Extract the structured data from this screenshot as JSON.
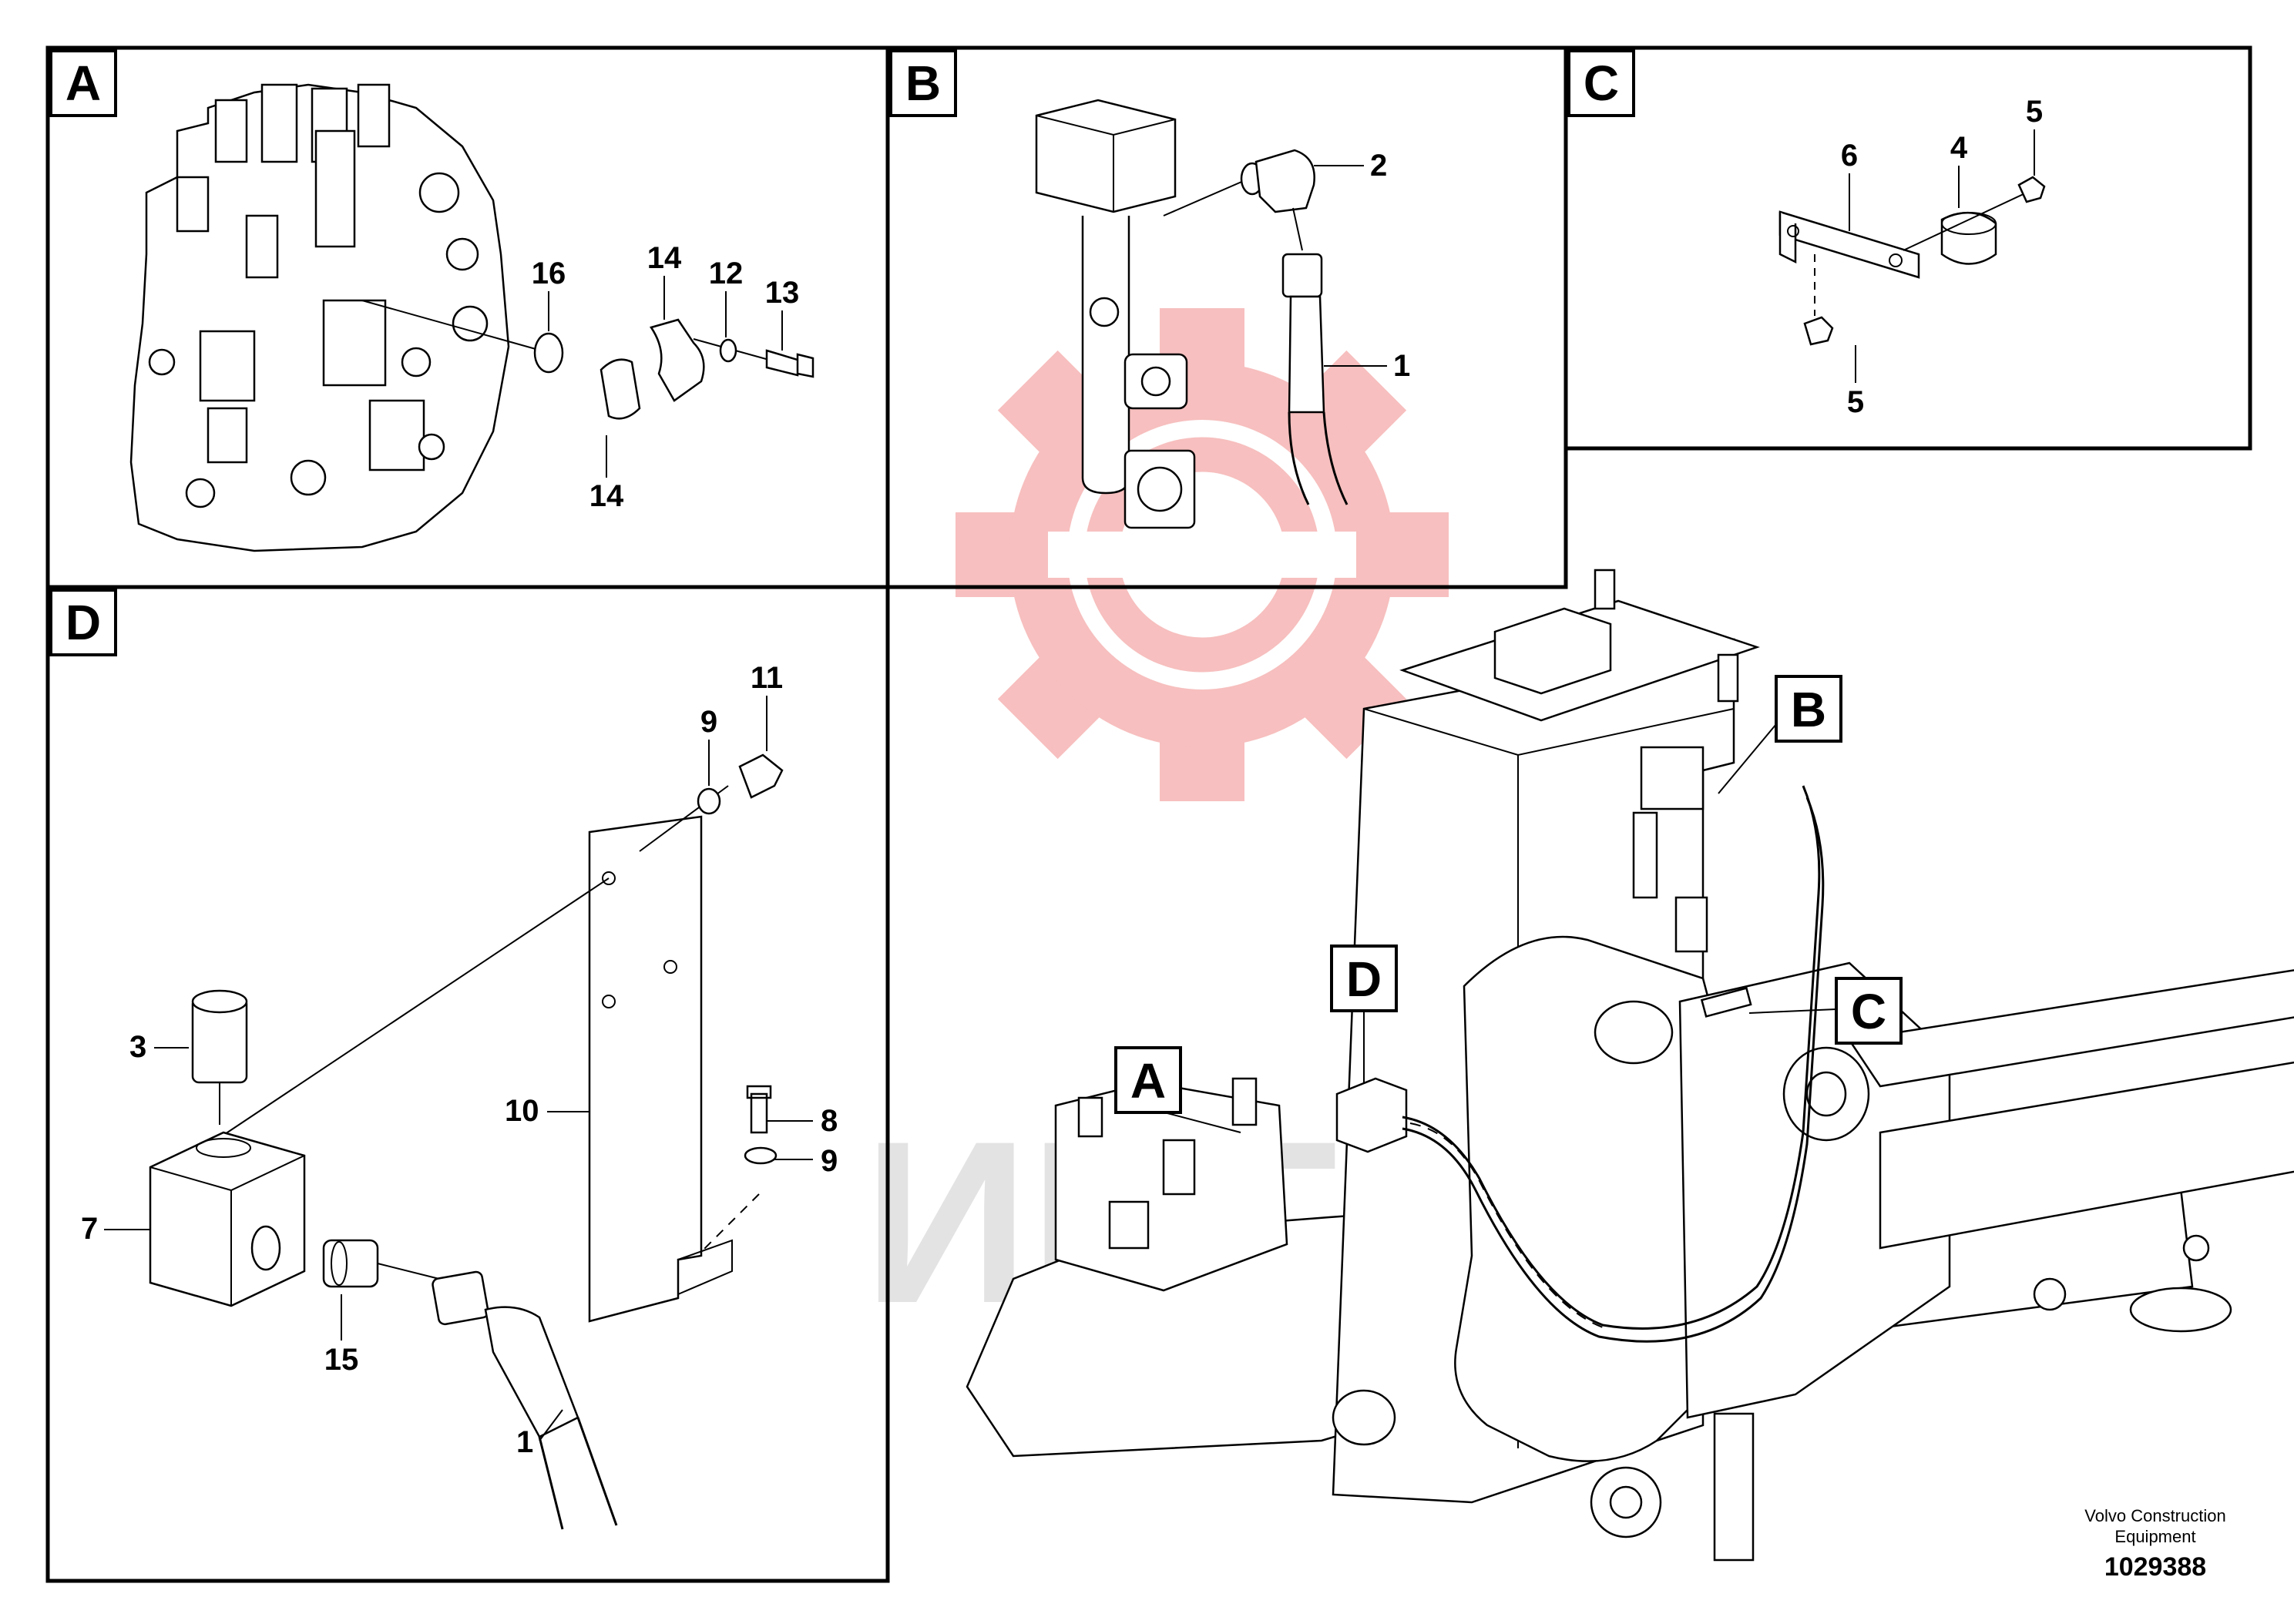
{
  "panels": [
    {
      "letter": "A"
    },
    {
      "letter": "B"
    },
    {
      "letter": "C"
    },
    {
      "letter": "D"
    }
  ],
  "callouts": {
    "A": "A",
    "B": "B",
    "C": "C",
    "D": "D"
  },
  "part_numbers": {
    "p1": "1",
    "p1b": "1",
    "p2": "2",
    "p3": "3",
    "p4": "4",
    "p5a": "5",
    "p5b": "5",
    "p6": "6",
    "p7": "7",
    "p8": "8",
    "p9a": "9",
    "p9b": "9",
    "p10": "10",
    "p11": "11",
    "p12": "12",
    "p13": "13",
    "p14a": "14",
    "p14b": "14",
    "p15": "15",
    "p16": "16"
  },
  "footer": {
    "company_line1": "Volvo Construction",
    "company_line2": "Equipment",
    "drawing_number": "1029388"
  },
  "watermark": {
    "text": "ИНТЕХ"
  },
  "colors": {
    "line": "#000000",
    "watermark_red": "#f28b8b",
    "watermark_gray": "#c9c9c9"
  }
}
